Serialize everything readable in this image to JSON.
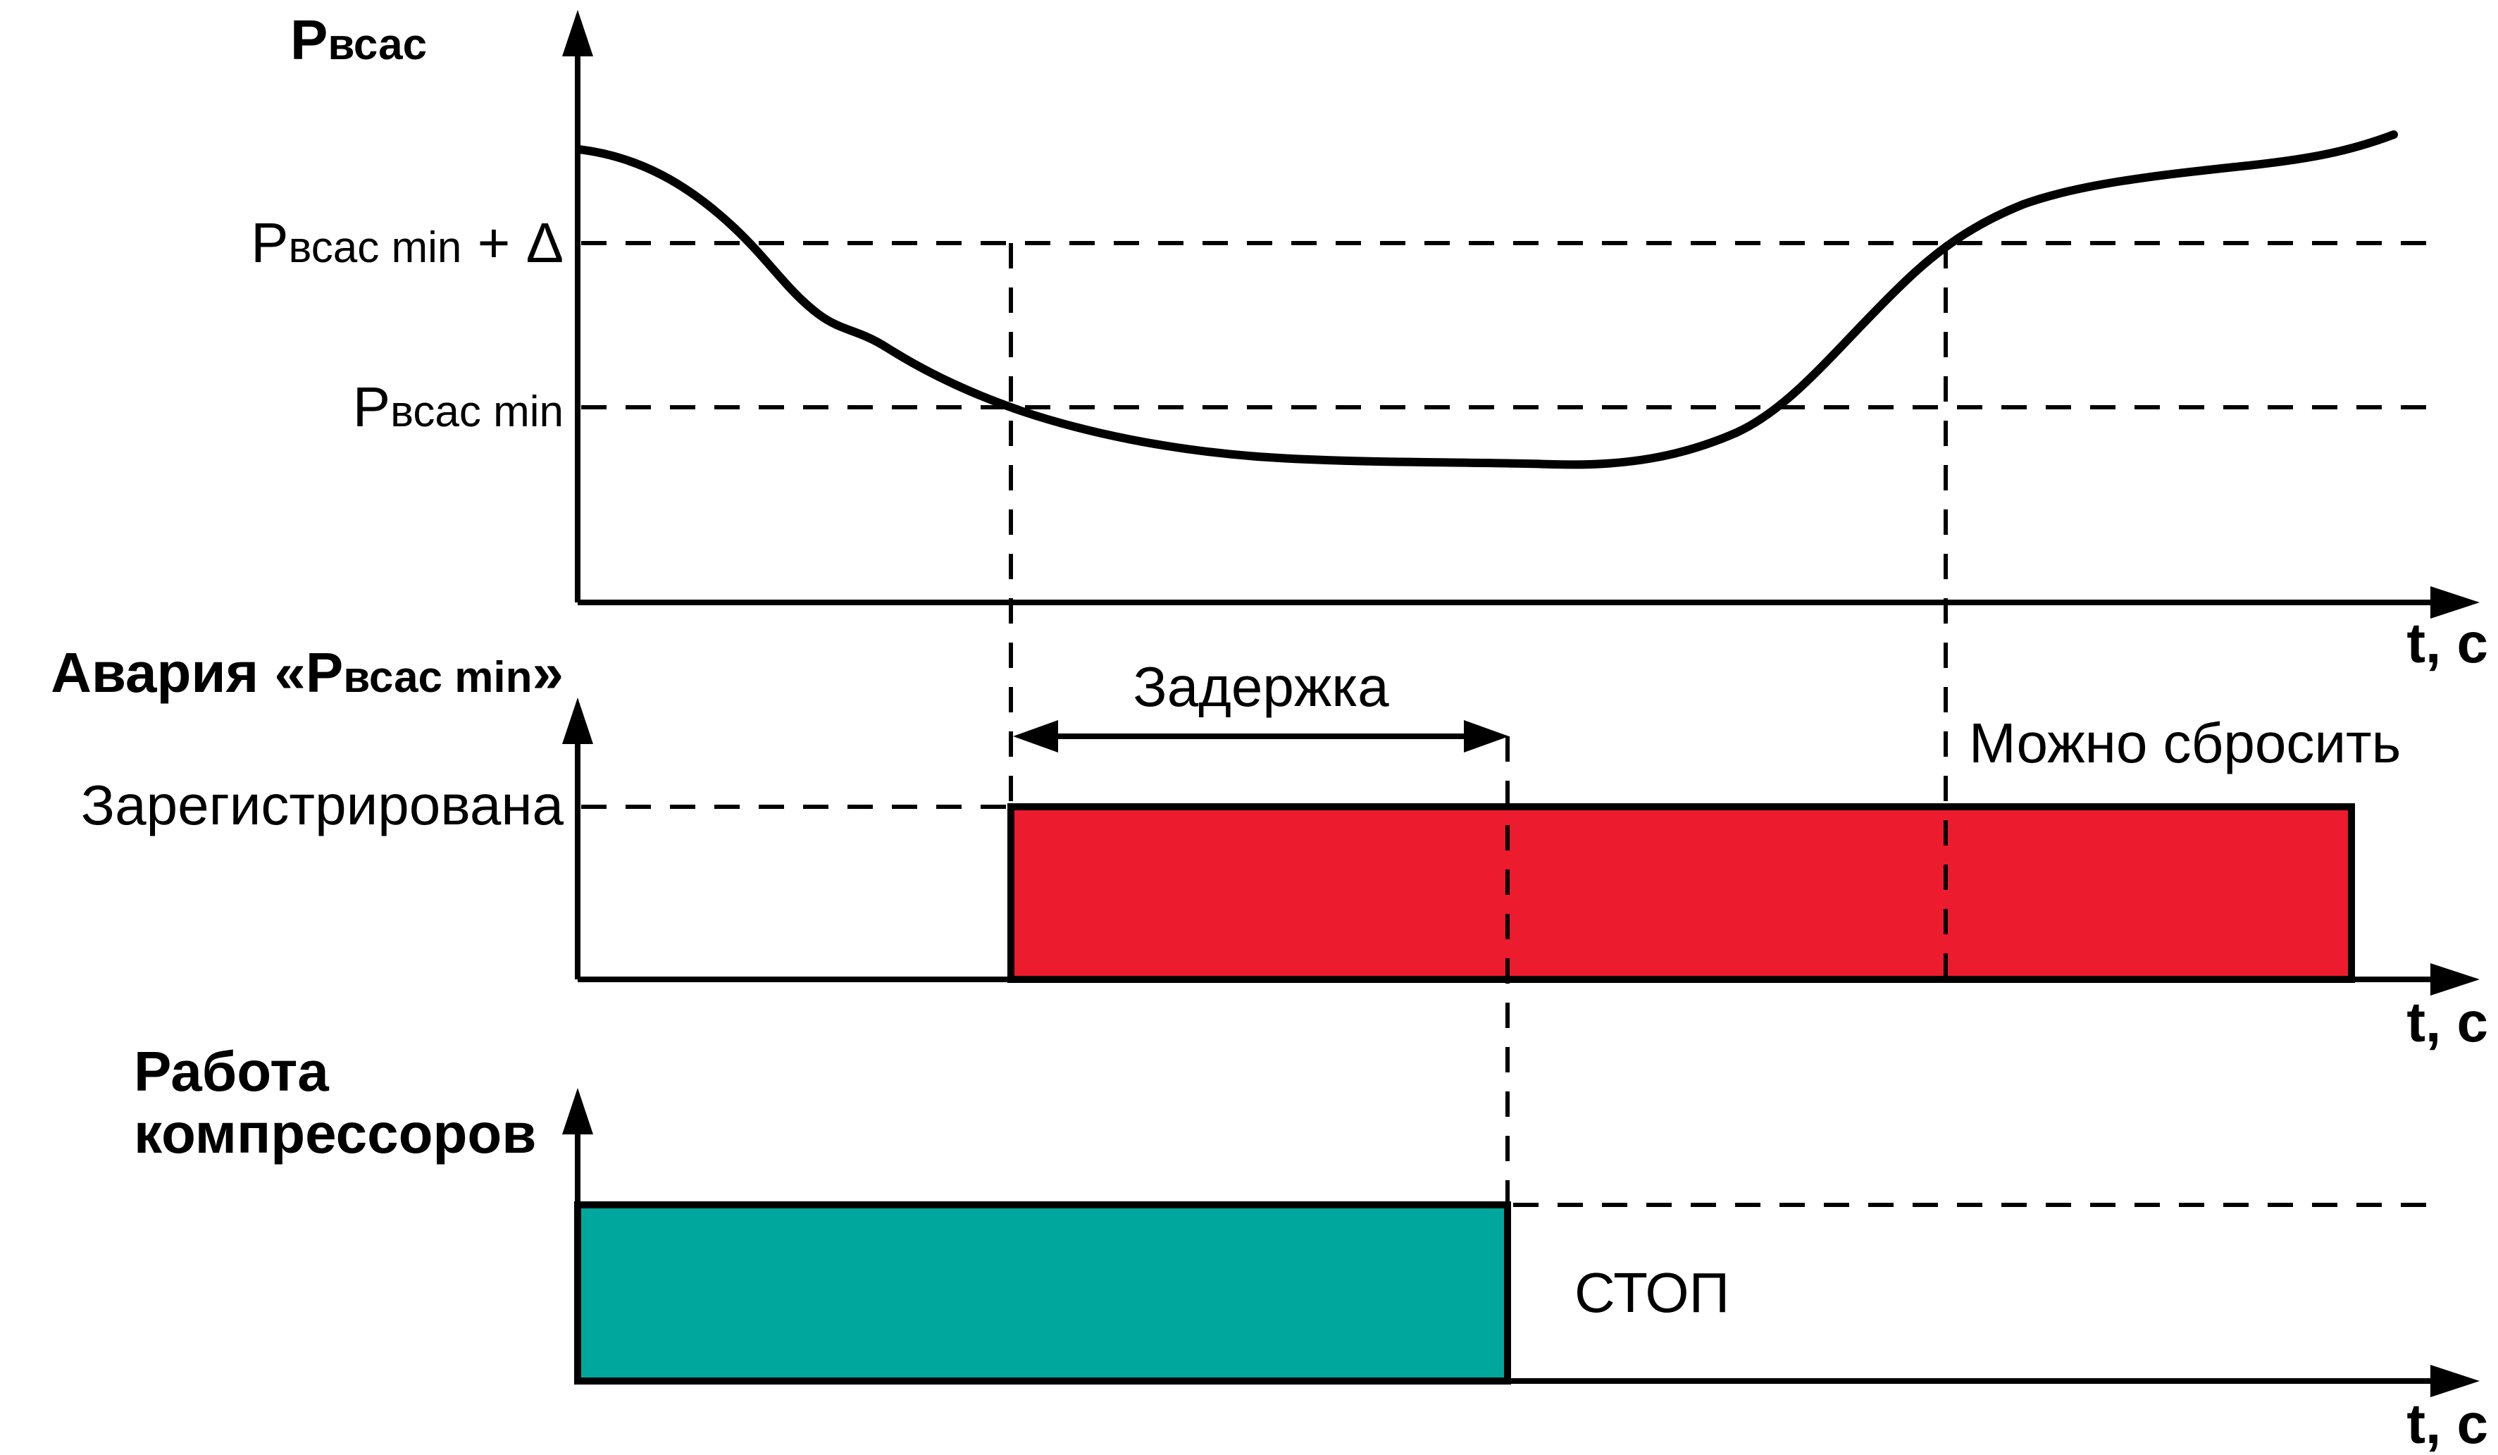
{
  "colors": {
    "alarm_bar": "#EC1B2D",
    "compressor_bar": "#00A79C",
    "line": "#000000"
  },
  "pressure_chart": {
    "axis_label": {
      "main": "Р",
      "sub": "всас"
    },
    "upper_threshold": {
      "main": "Р",
      "sub": "всас min",
      "suffix": " + Δ"
    },
    "lower_threshold": {
      "main": "Р",
      "sub": "всас min"
    },
    "time_axis_label": "t, с"
  },
  "alarm_chart": {
    "title": {
      "prefix": "Авария «Р",
      "sub": "всас min",
      "suffix": "»"
    },
    "registered_label": "Зарегистрирована",
    "delay_label": "Задержка",
    "reset_label": "Можно сбросить",
    "time_axis_label": "t, с"
  },
  "compressor_chart": {
    "title_line1": "Работа",
    "title_line2": "компрессоров",
    "stop_label": "СТОП",
    "time_axis_label": "t, с"
  },
  "timeline": {
    "alarm_registered_at": "pressure crosses Pвсас min (falling)",
    "compressors_stop_at": "end of delay interval",
    "alarm_resettable_at": "pressure crosses Pвсас min + Δ (rising)"
  }
}
